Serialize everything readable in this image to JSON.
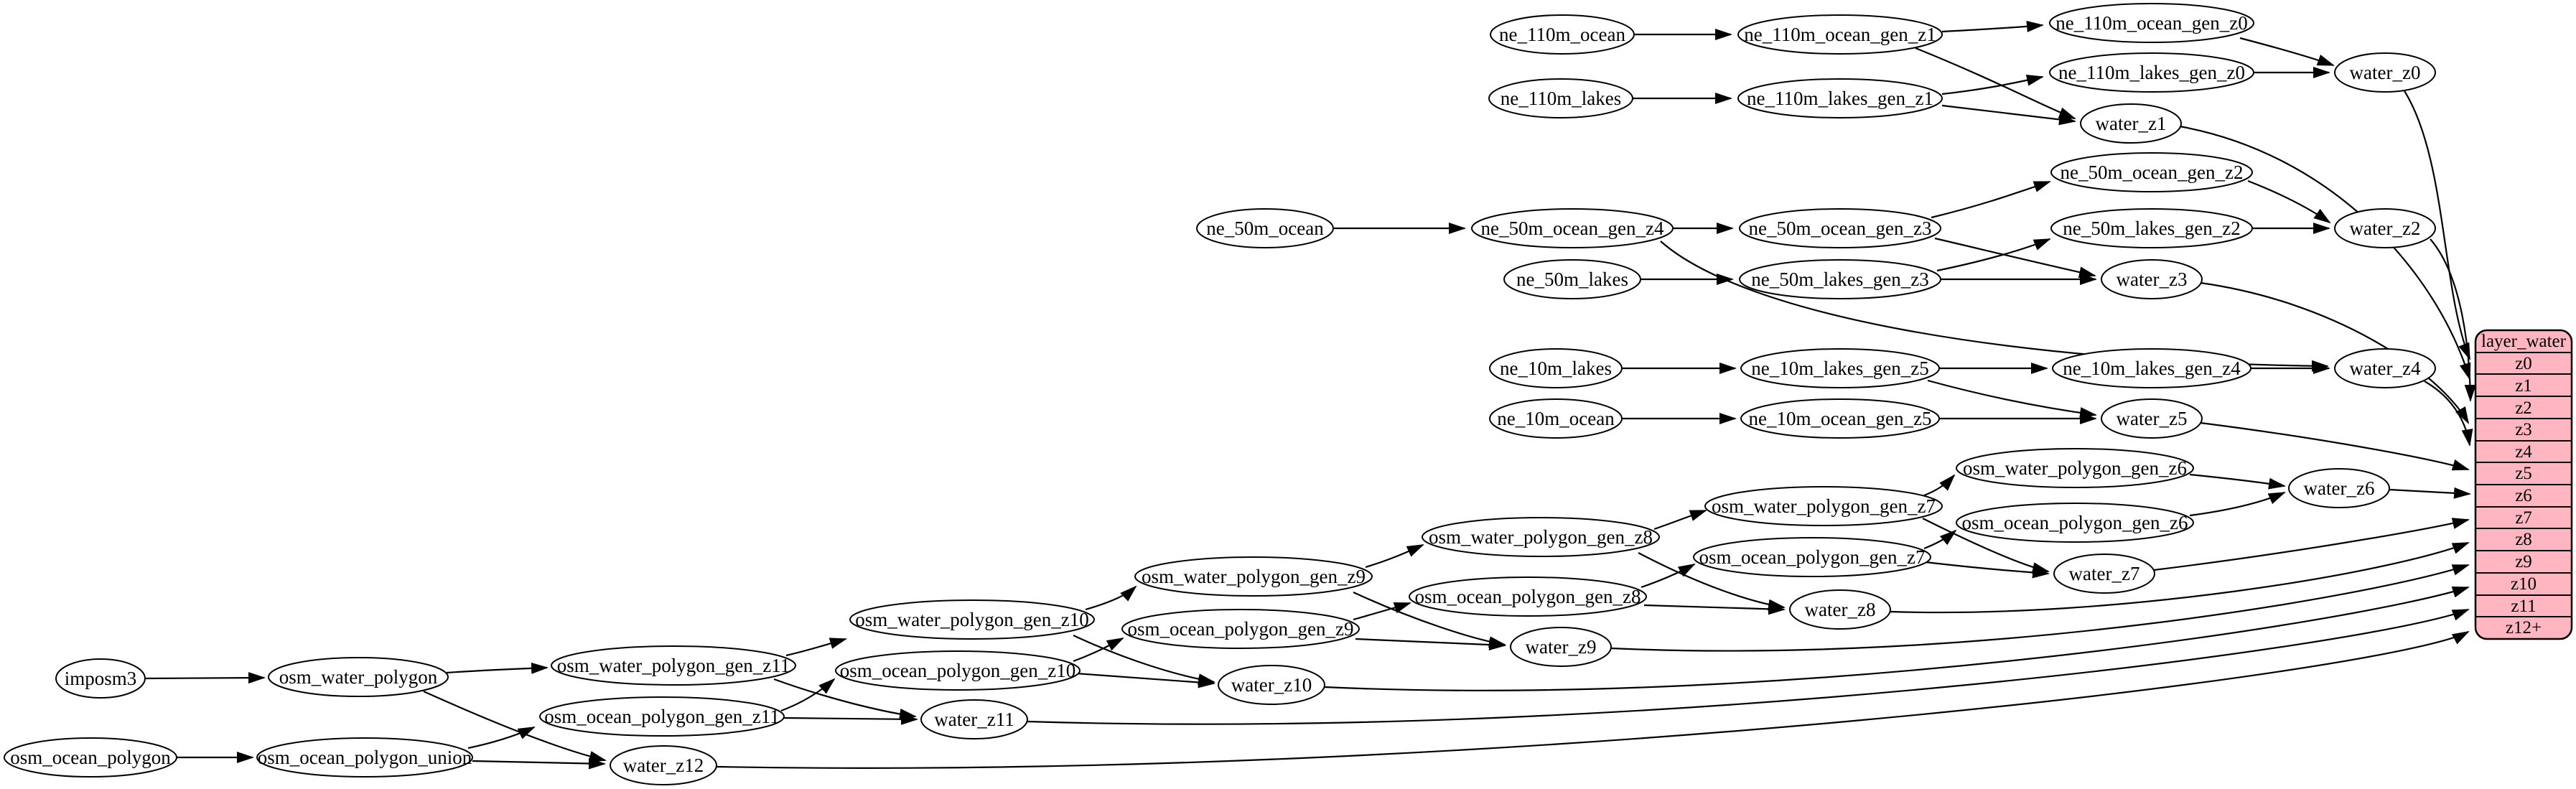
{
  "diagram": {
    "description": "Water layer ETL dependency graph",
    "colors": {
      "node_fill": "#ffffff",
      "node_border": "#000000",
      "edge": "#000000",
      "table_fill": "#ffb6c1",
      "table_border": "#000000",
      "background": "#ffffff"
    }
  },
  "nodes": {
    "ne_110m_ocean": "ne_110m_ocean",
    "ne_110m_ocean_gen_z1": "ne_110m_ocean_gen_z1",
    "ne_110m_ocean_gen_z0": "ne_110m_ocean_gen_z0",
    "ne_110m_lakes": "ne_110m_lakes",
    "ne_110m_lakes_gen_z1": "ne_110m_lakes_gen_z1",
    "ne_110m_lakes_gen_z0": "ne_110m_lakes_gen_z0",
    "water_z0": "water_z0",
    "water_z1": "water_z1",
    "ne_50m_ocean": "ne_50m_ocean",
    "ne_50m_ocean_gen_z4": "ne_50m_ocean_gen_z4",
    "ne_50m_lakes": "ne_50m_lakes",
    "ne_50m_ocean_gen_z3": "ne_50m_ocean_gen_z3",
    "ne_50m_lakes_gen_z3": "ne_50m_lakes_gen_z3",
    "ne_50m_ocean_gen_z2": "ne_50m_ocean_gen_z2",
    "ne_50m_lakes_gen_z2": "ne_50m_lakes_gen_z2",
    "water_z2": "water_z2",
    "water_z3": "water_z3",
    "ne_10m_lakes": "ne_10m_lakes",
    "ne_10m_lakes_gen_z5": "ne_10m_lakes_gen_z5",
    "ne_10m_lakes_gen_z4": "ne_10m_lakes_gen_z4",
    "ne_10m_ocean": "ne_10m_ocean",
    "ne_10m_ocean_gen_z5": "ne_10m_ocean_gen_z5",
    "water_z4": "water_z4",
    "water_z5": "water_z5",
    "imposm3": "imposm3",
    "osm_water_polygon": "osm_water_polygon",
    "osm_ocean_polygon": "osm_ocean_polygon",
    "osm_ocean_polygon_union": "osm_ocean_polygon_union",
    "osm_water_polygon_gen_z11": "osm_water_polygon_gen_z11",
    "osm_ocean_polygon_gen_z11": "osm_ocean_polygon_gen_z11",
    "osm_water_polygon_gen_z10": "osm_water_polygon_gen_z10",
    "osm_ocean_polygon_gen_z10": "osm_ocean_polygon_gen_z10",
    "osm_water_polygon_gen_z9": "osm_water_polygon_gen_z9",
    "osm_ocean_polygon_gen_z9": "osm_ocean_polygon_gen_z9",
    "osm_water_polygon_gen_z8": "osm_water_polygon_gen_z8",
    "osm_ocean_polygon_gen_z8": "osm_ocean_polygon_gen_z8",
    "osm_water_polygon_gen_z7": "osm_water_polygon_gen_z7",
    "osm_ocean_polygon_gen_z7": "osm_ocean_polygon_gen_z7",
    "osm_water_polygon_gen_z6": "osm_water_polygon_gen_z6",
    "osm_ocean_polygon_gen_z6": "osm_ocean_polygon_gen_z6",
    "water_z6": "water_z6",
    "water_z7": "water_z7",
    "water_z8": "water_z8",
    "water_z9": "water_z9",
    "water_z10": "water_z10",
    "water_z11": "water_z11",
    "water_z12": "water_z12"
  },
  "table": {
    "title": "layer_water",
    "rows": [
      "z0",
      "z1",
      "z2",
      "z3",
      "z4",
      "z5",
      "z6",
      "z7",
      "z8",
      "z9",
      "z10",
      "z11",
      "z12+"
    ]
  },
  "edges": [
    "ne_110m_ocean -> ne_110m_ocean_gen_z1",
    "ne_110m_ocean_gen_z1 -> ne_110m_ocean_gen_z0",
    "ne_110m_ocean_gen_z1 -> water_z1",
    "ne_110m_ocean_gen_z0 -> water_z0",
    "ne_110m_lakes -> ne_110m_lakes_gen_z1",
    "ne_110m_lakes_gen_z1 -> ne_110m_lakes_gen_z0",
    "ne_110m_lakes_gen_z1 -> water_z1",
    "ne_110m_lakes_gen_z0 -> water_z0",
    "water_z0 -> layer_water:z0",
    "water_z1 -> layer_water:z1",
    "ne_50m_ocean -> ne_50m_ocean_gen_z4",
    "ne_50m_ocean_gen_z4 -> ne_50m_ocean_gen_z3",
    "ne_50m_ocean_gen_z4 -> water_z4",
    "ne_50m_lakes -> ne_50m_lakes_gen_z3",
    "ne_50m_ocean_gen_z3 -> ne_50m_ocean_gen_z2",
    "ne_50m_ocean_gen_z3 -> water_z3",
    "ne_50m_lakes_gen_z3 -> ne_50m_lakes_gen_z2",
    "ne_50m_lakes_gen_z3 -> water_z3",
    "ne_50m_ocean_gen_z2 -> water_z2",
    "ne_50m_lakes_gen_z2 -> water_z2",
    "water_z2 -> layer_water:z2",
    "water_z3 -> layer_water:z3",
    "ne_10m_lakes -> ne_10m_lakes_gen_z5",
    "ne_10m_lakes_gen_z5 -> ne_10m_lakes_gen_z4",
    "ne_10m_lakes_gen_z5 -> water_z5",
    "ne_10m_lakes_gen_z4 -> water_z4",
    "ne_10m_ocean -> ne_10m_ocean_gen_z5",
    "ne_10m_ocean_gen_z5 -> water_z5",
    "water_z4 -> layer_water:z4",
    "water_z5 -> layer_water:z5",
    "imposm3 -> osm_water_polygon",
    "osm_water_polygon -> osm_water_polygon_gen_z11",
    "osm_water_polygon -> water_z12",
    "osm_ocean_polygon -> osm_ocean_polygon_union",
    "osm_ocean_polygon_union -> osm_ocean_polygon_gen_z11",
    "osm_ocean_polygon_union -> water_z12",
    "osm_water_polygon_gen_z11 -> osm_water_polygon_gen_z10",
    "osm_water_polygon_gen_z11 -> water_z11",
    "osm_ocean_polygon_gen_z11 -> osm_ocean_polygon_gen_z10",
    "osm_ocean_polygon_gen_z11 -> water_z11",
    "osm_water_polygon_gen_z10 -> osm_water_polygon_gen_z9",
    "osm_water_polygon_gen_z10 -> water_z10",
    "osm_ocean_polygon_gen_z10 -> osm_ocean_polygon_gen_z9",
    "osm_ocean_polygon_gen_z10 -> water_z10",
    "osm_water_polygon_gen_z9 -> osm_water_polygon_gen_z8",
    "osm_water_polygon_gen_z9 -> water_z9",
    "osm_ocean_polygon_gen_z9 -> osm_ocean_polygon_gen_z8",
    "osm_ocean_polygon_gen_z9 -> water_z9",
    "osm_water_polygon_gen_z8 -> osm_water_polygon_gen_z7",
    "osm_water_polygon_gen_z8 -> water_z8",
    "osm_ocean_polygon_gen_z8 -> osm_ocean_polygon_gen_z7",
    "osm_ocean_polygon_gen_z8 -> water_z8",
    "osm_water_polygon_gen_z7 -> osm_water_polygon_gen_z6",
    "osm_water_polygon_gen_z7 -> water_z7",
    "osm_ocean_polygon_gen_z7 -> osm_ocean_polygon_gen_z6",
    "osm_ocean_polygon_gen_z7 -> water_z7",
    "osm_water_polygon_gen_z6 -> water_z6",
    "osm_ocean_polygon_gen_z6 -> water_z6",
    "water_z6 -> layer_water:z6",
    "water_z7 -> layer_water:z7",
    "water_z8 -> layer_water:z8",
    "water_z9 -> layer_water:z9",
    "water_z10 -> layer_water:z10",
    "water_z11 -> layer_water:z11",
    "water_z12 -> layer_water:z12+"
  ]
}
